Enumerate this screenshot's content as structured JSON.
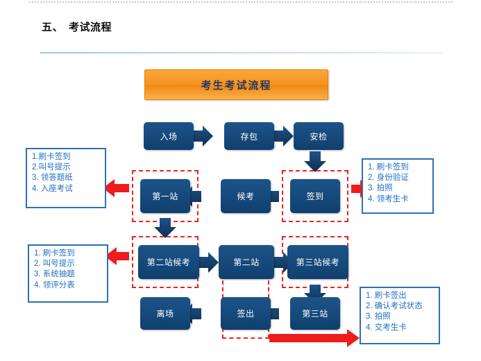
{
  "slide": {
    "section_title": "五、　考试流程",
    "banner_label": "考生考试流程"
  },
  "colors": {
    "node_blue": "#174a7c",
    "banner_orange": "#f79321",
    "callout_blue": "#1f6fc4",
    "dashed_red": "#ee2222",
    "red_arrow": "#ee1c1c",
    "title_black": "#0d0d0d"
  },
  "flow": {
    "rows": [
      {
        "row_id": "row-entry",
        "direction": "right",
        "nodes": [
          {
            "id": "node-ruchang",
            "label": "入场"
          },
          {
            "id": "node-cunbao",
            "label": "存包"
          },
          {
            "id": "node-anjian",
            "label": "安检"
          }
        ]
      },
      {
        "row_id": "row-checkin",
        "direction": "left",
        "nodes": [
          {
            "id": "node-diyizhan",
            "label": "第一站"
          },
          {
            "id": "node-houkao",
            "label": "候考"
          },
          {
            "id": "node-qiandao",
            "label": "签到"
          }
        ]
      },
      {
        "row_id": "row-station2",
        "direction": "right",
        "nodes": [
          {
            "id": "node-dierzhan-houkao",
            "label": "第二站候考"
          },
          {
            "id": "node-dierzhan",
            "label": "第二站"
          },
          {
            "id": "node-disanzhan-houkao",
            "label": "第三站候考"
          }
        ]
      },
      {
        "row_id": "row-exit",
        "direction": "left",
        "nodes": [
          {
            "id": "node-lichang",
            "label": "离场"
          },
          {
            "id": "node-qianchu",
            "label": "签出"
          },
          {
            "id": "node-disanzhan",
            "label": "第三站"
          }
        ]
      }
    ]
  },
  "callouts": {
    "left_top": {
      "id": "callout-first-station",
      "lines": "1.刷卡签到\n2.叫号提示\n3. 领答题纸\n4. 入座考试"
    },
    "left_bottom": {
      "id": "callout-second-station",
      "lines": "1. 刷卡签到\n2. 叫号提示\n3. 系统抽题\n4. 领评分表"
    },
    "right_top": {
      "id": "callout-checkin",
      "lines": "1. 刷卡签到\n2. 身份验证\n3. 拍照\n4. 领考生卡"
    },
    "right_bottom": {
      "id": "callout-checkout",
      "lines": "1. 刷卡签出\n2. 确认考试状态\n3. 拍照\n4. 交考生卡"
    }
  }
}
